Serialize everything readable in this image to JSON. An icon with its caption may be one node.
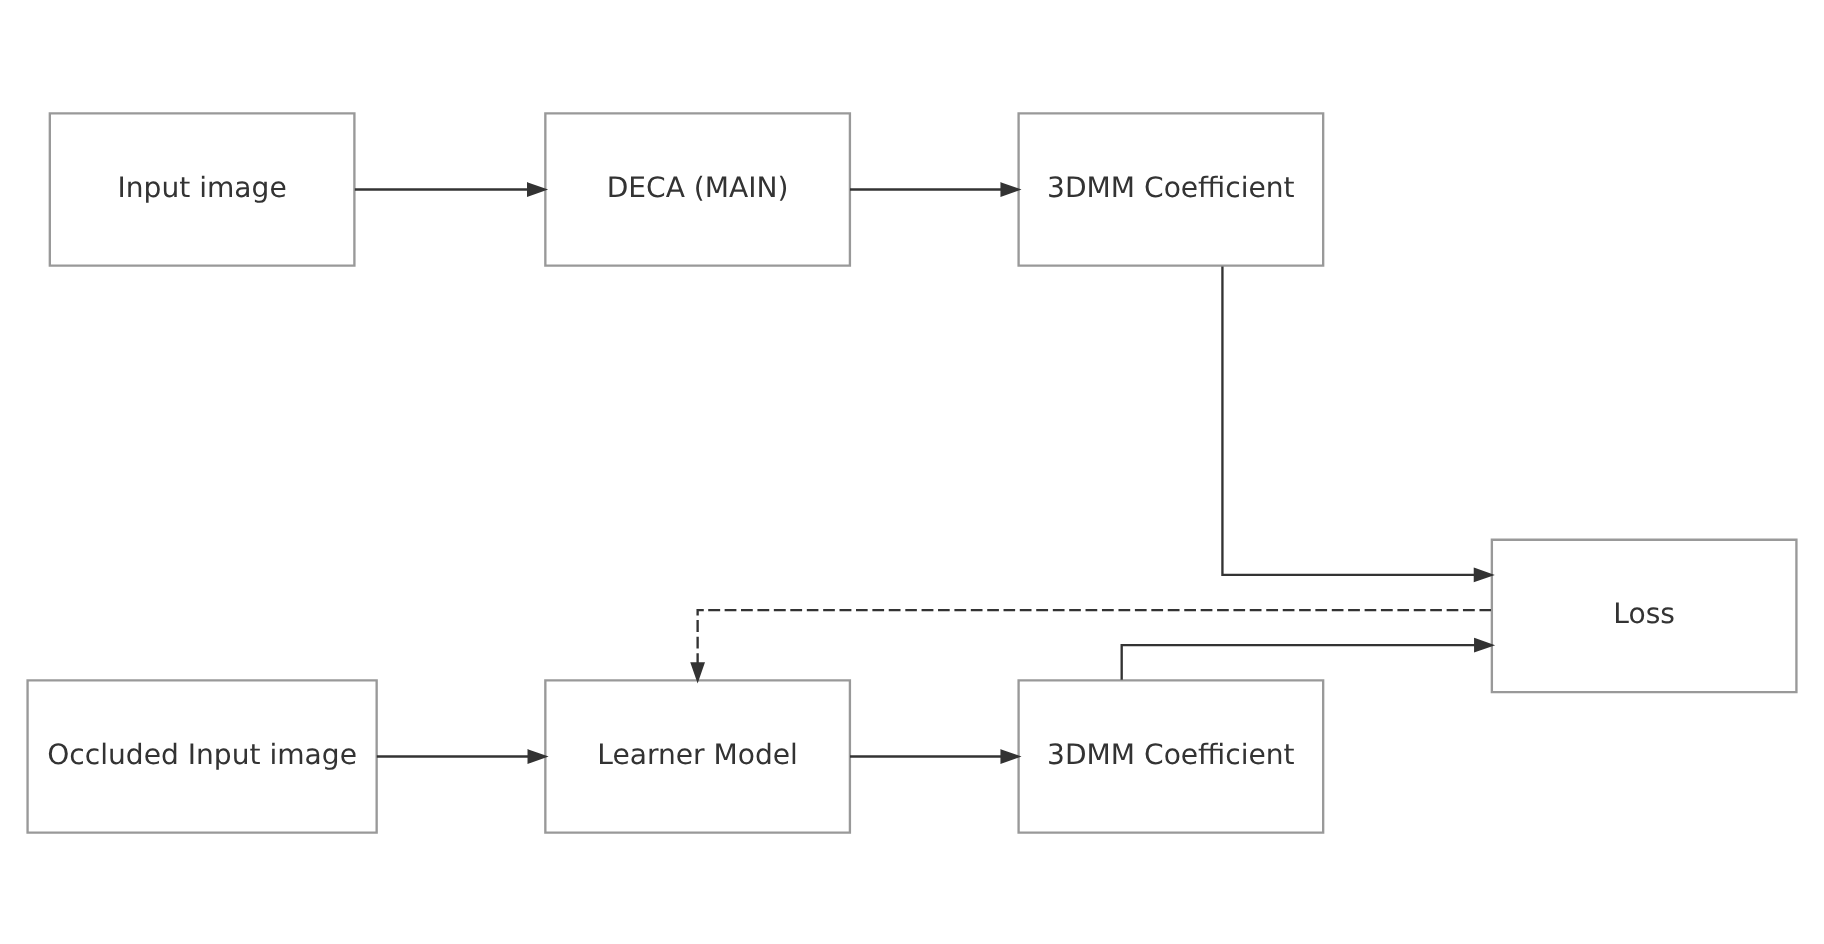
{
  "diagram": {
    "nodes": [
      {
        "text": [
          "Input image"
        ]
      },
      {
        "text": [
          "DECA (MAIN)"
        ]
      },
      {
        "text": [
          "3DMM Coefficient"
        ]
      },
      {
        "text": [
          "Loss"
        ]
      },
      {
        "text": [
          "Occluded Input image"
        ]
      },
      {
        "text": [
          "Learner Model"
        ]
      },
      {
        "text": [
          "3DMM Coefficient"
        ]
      }
    ],
    "edges": [
      {
        "from": 0,
        "to": 1,
        "arrow": "to"
      },
      {
        "from": 1,
        "to": 2,
        "arrow": "to"
      },
      {
        "from": 2,
        "to": 3,
        "arrow": "to"
      },
      {
        "from": 4,
        "to": 5,
        "arrow": "to"
      },
      {
        "from": 5,
        "to": 6,
        "arrow": "to"
      },
      {
        "from": 6,
        "to": 3,
        "arrow": "to"
      },
      {
        "from": 3,
        "to": 5,
        "arrow": "to",
        "style": "dashed"
      }
    ]
  }
}
